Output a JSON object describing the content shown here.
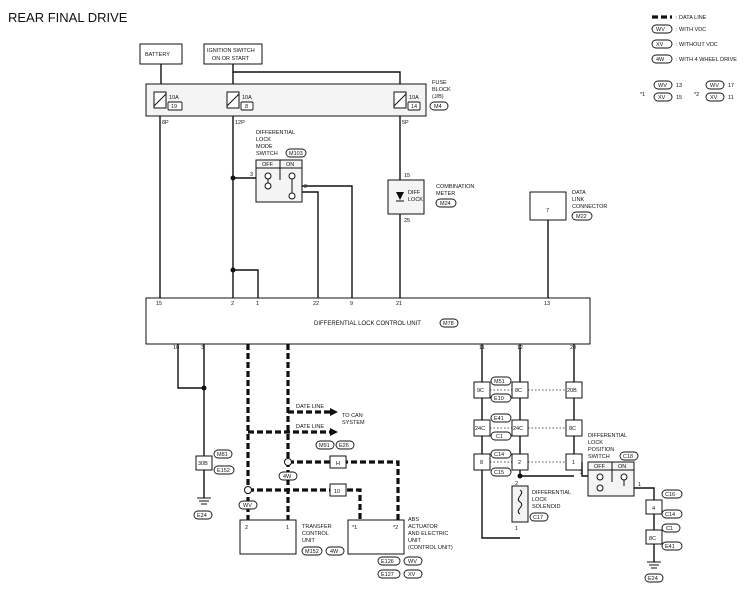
{
  "title": "REAR FINAL DRIVE",
  "legend": {
    "data_line": ": DATA LINE",
    "wvdc_code": "WV",
    "wvdc_text": ": WITH VDC",
    "xvdc_code": "XV",
    "xvdc_text": ": WITHOUT VDC",
    "fwd_code": "4W",
    "fwd_text": ": WITH 4 WHEEL DRIVE",
    "n1": "*1",
    "n1_wv": "13",
    "n1_xv": "15",
    "n2": "*2",
    "n2_wv": "17",
    "n2_xv": "11"
  },
  "battery": "BATTERY",
  "ignition": {
    "line1": "IGNITION SWITCH",
    "line2": "ON OR START"
  },
  "fuse_block": {
    "line1": "FUSE",
    "line2": "BLOCK",
    "line3": "(J/B)",
    "conn": "M4",
    "f1_amp": "10A",
    "f1_no": "19",
    "f1_pin": "8P",
    "f2_amp": "10A",
    "f2_no": "8",
    "f2_pin": "12P",
    "f3_amp": "10A",
    "f3_no": "14",
    "f3_pin": "5P"
  },
  "mode_switch": {
    "line1": "DIFFERENTIAL",
    "line2": "LOCK",
    "line3": "MODE",
    "line4": "SWITCH",
    "conn": "M103",
    "off": "OFF",
    "on": "ON",
    "pin_a": "3",
    "pin_b": "2"
  },
  "meter": {
    "line1": "COMBINATION",
    "line2": "METER",
    "conn": "M24",
    "lamp1": "DIFF",
    "lamp2": "LOCK",
    "pin_top": "15",
    "pin_bot": "25"
  },
  "dlc": {
    "line1": "DATA",
    "line2": "LINK",
    "line3": "CONNECTOR",
    "conn": "M22",
    "pin": "7"
  },
  "unit": {
    "label": "DIFFERENTIAL LOCK CONTROL UNIT",
    "conn": "M78",
    "top_pins": [
      "15",
      "2",
      "1",
      "22",
      "9",
      "21",
      "13"
    ],
    "bot_pins": [
      "10",
      "3",
      "4",
      "5",
      "11",
      "12",
      "20"
    ]
  },
  "ground": {
    "pin": "30B",
    "c1": "M81",
    "c2": "E152",
    "gnd": "E24"
  },
  "can": {
    "d1": "DATE LINE",
    "d2": "DATE LINE",
    "to1": "TO CAN",
    "to2": "SYSTEM",
    "c1": "M91",
    "c2": "E26",
    "pin_h": "H",
    "pin_l": "10",
    "fwd": "4W",
    "wvd": "WV"
  },
  "transfer": {
    "line1": "TRANSFER",
    "line2": "CONTROL",
    "line3": "UNIT",
    "conn": "M152",
    "fwd": "4W",
    "pin1": "2",
    "pin2": "1"
  },
  "abs": {
    "line1": "ABS",
    "line2": "ACTUATOR",
    "line3": "AND ELECTRIC",
    "line4": "UNIT",
    "line5": "(CONTROL UNIT)",
    "c1": "E126",
    "c1_tag": "WV",
    "c2": "E127",
    "c2_tag": "XV",
    "pin1": "*1",
    "pin2": "*2"
  },
  "harness": {
    "r1": [
      "9C",
      "8C",
      "20B"
    ],
    "c1a": "M51",
    "c1b": "E10",
    "r2": [
      "24C",
      "24C",
      "8C"
    ],
    "c2a": "E41",
    "c2b": "C1",
    "r3": [
      "8",
      "2",
      "1"
    ],
    "c3a": "C14",
    "c3b": "C15"
  },
  "solenoid": {
    "line1": "DIFFERENTIAL",
    "line2": "LOCK",
    "line3": "SOLENOID",
    "conn": "C17",
    "pin1": "2",
    "pin2": "1"
  },
  "pos_switch": {
    "line1": "DIFFERENTIAL",
    "line2": "LOCK",
    "line3": "POSITION",
    "line4": "SWITCH",
    "conn": "C18",
    "off": "OFF",
    "on": "ON",
    "pin1": "2",
    "pin2": "1"
  },
  "gnd2": {
    "c1": "C16",
    "c2": "C14",
    "pin4": "4",
    "c3": "C1",
    "pin_8c": "8C",
    "c4": "E41",
    "gnd": "E24"
  }
}
